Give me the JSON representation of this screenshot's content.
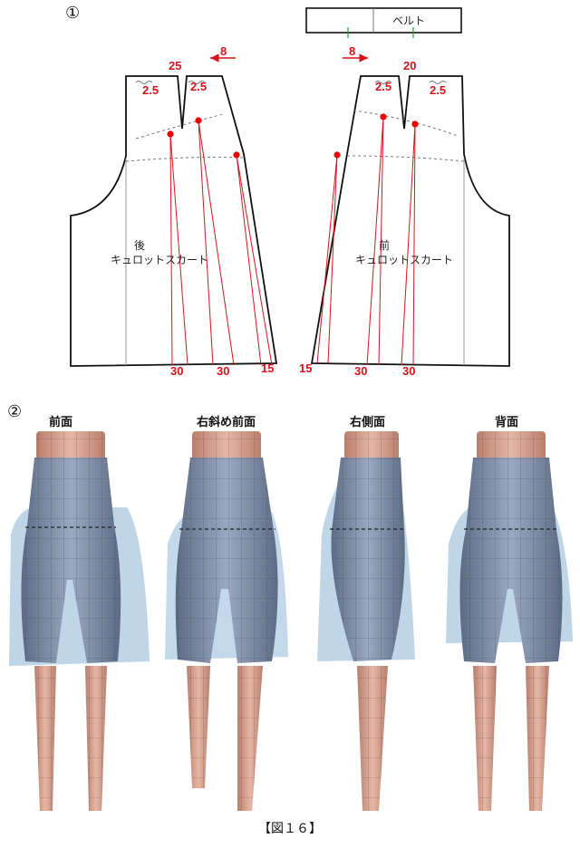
{
  "sections": {
    "pattern_marker": "①",
    "model_marker": "②"
  },
  "belt": {
    "label": "ベルト"
  },
  "back_piece": {
    "title": "後",
    "name": "キュロットスカート",
    "measurements": {
      "dart_top": "25",
      "arrow_shift": "8",
      "dart_left": "2.5",
      "dart_right": "2.5",
      "hem_1": "30",
      "hem_2": "30",
      "hem_3": "15"
    }
  },
  "front_piece": {
    "title": "前",
    "name": "キュロットスカート",
    "measurements": {
      "dart_top": "20",
      "arrow_shift": "8",
      "dart_left": "2.5",
      "dart_right": "2.5",
      "hem_1": "15",
      "hem_2": "30",
      "hem_3": "30"
    }
  },
  "views": [
    {
      "label": "前面"
    },
    {
      "label": "右斜め前面"
    },
    {
      "label": "右側面"
    },
    {
      "label": "背面"
    }
  ],
  "caption": "【図１６】",
  "colors": {
    "red_annotation": "#d6141b",
    "skin": "#d9a793",
    "garment": "#7f8eaa",
    "flare": "#a9c8e2"
  }
}
